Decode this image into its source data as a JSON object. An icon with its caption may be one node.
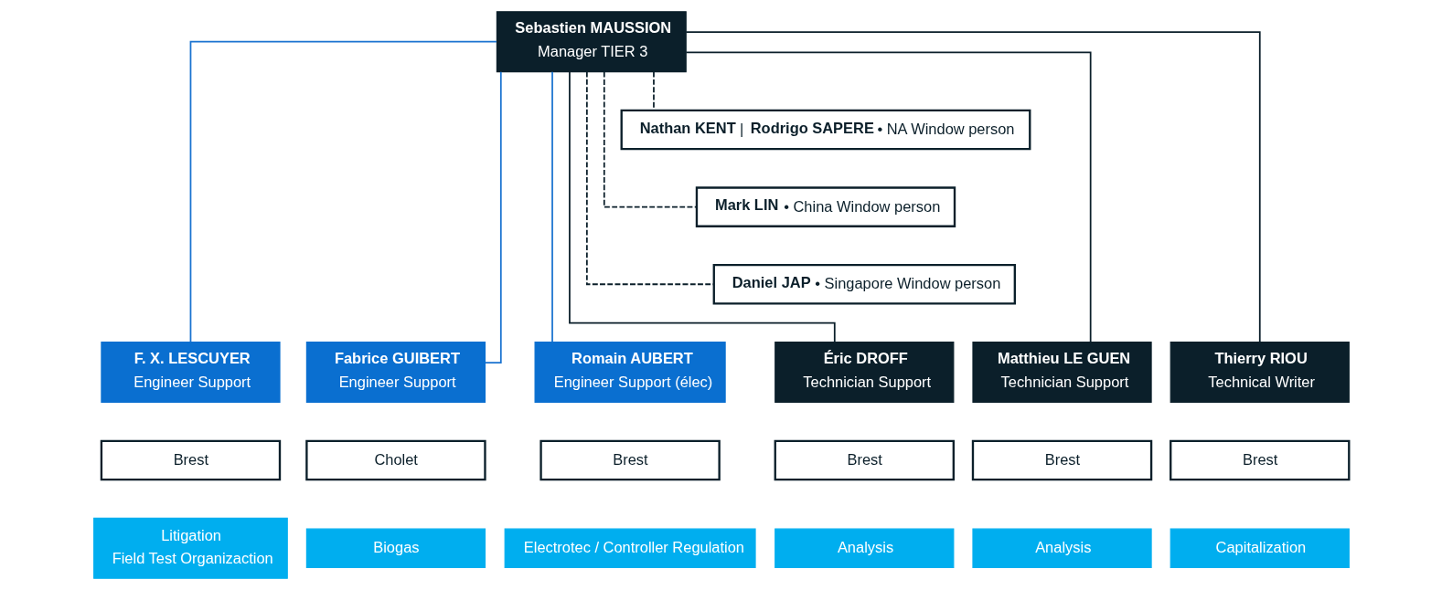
{
  "diagram": {
    "nodes": [
      {
        "text": [
          "Sebastien MAUSSION",
          "Manager TIER 3"
        ]
      },
      {
        "text": [
          "**Nathan KENT** | **Rodrigo SAPERE** • NA Window person"
        ]
      },
      {
        "text": [
          "**Mark LIN** • China Window person"
        ]
      },
      {
        "text": [
          "**Daniel JAP** • Singapore Window person"
        ]
      },
      {
        "text": [
          "F. X. LESCUYER",
          "Engineer Support"
        ]
      },
      {
        "text": [
          "Fabrice GUIBERT",
          "Engineer Support"
        ]
      },
      {
        "text": [
          "Romain AUBERT",
          "Engineer Support (élec)"
        ]
      },
      {
        "text": [
          "Éric DROFF",
          "Technician Support"
        ]
      },
      {
        "text": [
          "Matthieu LE GUEN",
          "Technician Support"
        ]
      },
      {
        "text": [
          "Thierry RIOU",
          "Technical Writer"
        ]
      },
      {
        "text": [
          "Brest"
        ]
      },
      {
        "text": [
          "Cholet"
        ]
      },
      {
        "text": [
          "Brest"
        ]
      },
      {
        "text": [
          "Brest"
        ]
      },
      {
        "text": [
          "Brest"
        ]
      },
      {
        "text": [
          "Brest"
        ]
      },
      {
        "text": [
          "Litigation",
          "Field Test Organizaction"
        ]
      },
      {
        "text": [
          "Biogas"
        ]
      },
      {
        "text": [
          "Electrotec / Controller Regulation"
        ]
      },
      {
        "text": [
          "Analysis"
        ]
      },
      {
        "text": [
          "Analysis"
        ]
      },
      {
        "text": [
          "Capitalization"
        ]
      }
    ],
    "edges": [
      {
        "from": 0,
        "to": 1,
        "arrow": "none",
        "style": "dashed"
      },
      {
        "from": 0,
        "to": 2,
        "arrow": "none",
        "style": "dashed"
      },
      {
        "from": 0,
        "to": 3,
        "arrow": "none",
        "style": "dashed"
      },
      {
        "from": 0,
        "to": 4,
        "arrow": "none",
        "color": "#1a73d0"
      },
      {
        "from": 0,
        "to": 5,
        "arrow": "none",
        "color": "#1a73d0"
      },
      {
        "from": 0,
        "to": 6,
        "arrow": "none",
        "color": "#1a73d0"
      },
      {
        "from": 0,
        "to": 7,
        "arrow": "none"
      },
      {
        "from": 0,
        "to": 8,
        "arrow": "none"
      },
      {
        "from": 0,
        "to": 9,
        "arrow": "none"
      }
    ]
  }
}
